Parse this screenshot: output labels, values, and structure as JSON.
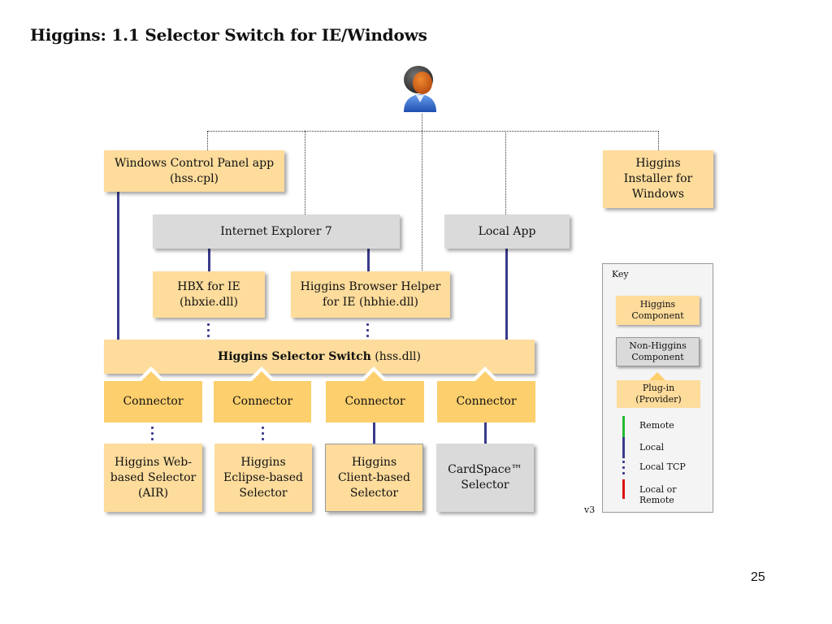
{
  "title": "Higgins: 1.1 Selector Switch for IE/Windows",
  "page_number": "25",
  "version": "v3",
  "user_icon": "person-avatar-icon",
  "colors": {
    "higgins_component": "#fddc9c",
    "non_higgins_component": "#dadada",
    "plugin_connector": "#fdcf6d",
    "local_line": "#3a3a8c",
    "remote_line": "#22bb33",
    "local_or_remote_line": "#dd1111"
  },
  "components": {
    "control_panel": {
      "line1": "Windows Control Panel app",
      "line2": "(hss.cpl)"
    },
    "installer": {
      "line1": "Higgins",
      "line2": "Installer for",
      "line3": "Windows"
    },
    "ie7": {
      "label": "Internet Explorer 7"
    },
    "local_app": {
      "label": "Local App"
    },
    "hbx": {
      "line1": "HBX for IE",
      "line2": "(hbxie.dll)"
    },
    "bho": {
      "line1": "Higgins Browser Helper",
      "line2": "for IE (hbhie.dll)"
    },
    "switch": {
      "bold": "Higgins Selector Switch",
      "normal": " (hss.dll)"
    },
    "connectors": [
      "Connector",
      "Connector",
      "Connector",
      "Connector"
    ],
    "selectors": [
      {
        "line1": "Higgins Web-",
        "line2": "based Selector",
        "line3": "(AIR)"
      },
      {
        "line1": "Higgins",
        "line2": "Eclipse-based",
        "line3": "Selector"
      },
      {
        "line1": "Higgins",
        "line2": "Client-based",
        "line3": "Selector"
      },
      {
        "line1": "CardSpace™",
        "line2": "Selector"
      }
    ]
  },
  "key": {
    "title": "Key",
    "higgins": {
      "line1": "Higgins",
      "line2": "Component"
    },
    "non_higgins": {
      "line1": "Non-Higgins",
      "line2": "Component"
    },
    "plugin": {
      "line1": "Plug-in",
      "line2": "(Provider)"
    },
    "lines": [
      "Remote",
      "Local",
      "Local TCP",
      "Local or Remote"
    ]
  }
}
